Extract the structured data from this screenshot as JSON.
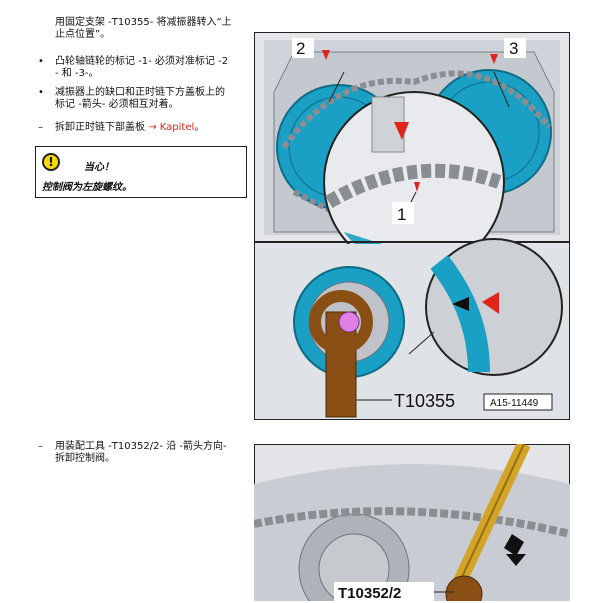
{
  "step1": {
    "text_line1": "用固定支架 -T10355- 将减振器转入“上",
    "text_line2": "止点位置”。"
  },
  "bullets": [
    {
      "marker": "•",
      "lines": [
        "凸轮轴链轮的标记 -1- 必须对准标记 -2",
        "- 和 -3-。"
      ]
    },
    {
      "marker": "•",
      "lines": [
        "减振器上的缺口和正时链下方盖板上的",
        "标记 -箭头- 必须相互对着。"
      ]
    }
  ],
  "step2": {
    "marker": "–",
    "text": "拆卸正时链下部盖板",
    "arrow": "→",
    "link": "Kapitel",
    "end": "。"
  },
  "caution": {
    "icon": "!",
    "title": "当心！",
    "text": "控制阀为左旋螺纹。"
  },
  "figure1": {
    "label_1": "1",
    "label_2": "2",
    "label_3": "3",
    "tool": "T10355",
    "ref": "A15-11449"
  },
  "step3": {
    "marker": "–",
    "lines": [
      "用装配工具 -T10352/2- 沿 -箭头方向-",
      "拆卸控制阀。"
    ]
  },
  "figure2": {
    "tool": "T10352/2"
  },
  "colors": {
    "teal": "#1aa0c4",
    "tool_brown": "#8a4f14",
    "tool_yellow": "#d2a526",
    "accent_red": "#e0241b"
  }
}
